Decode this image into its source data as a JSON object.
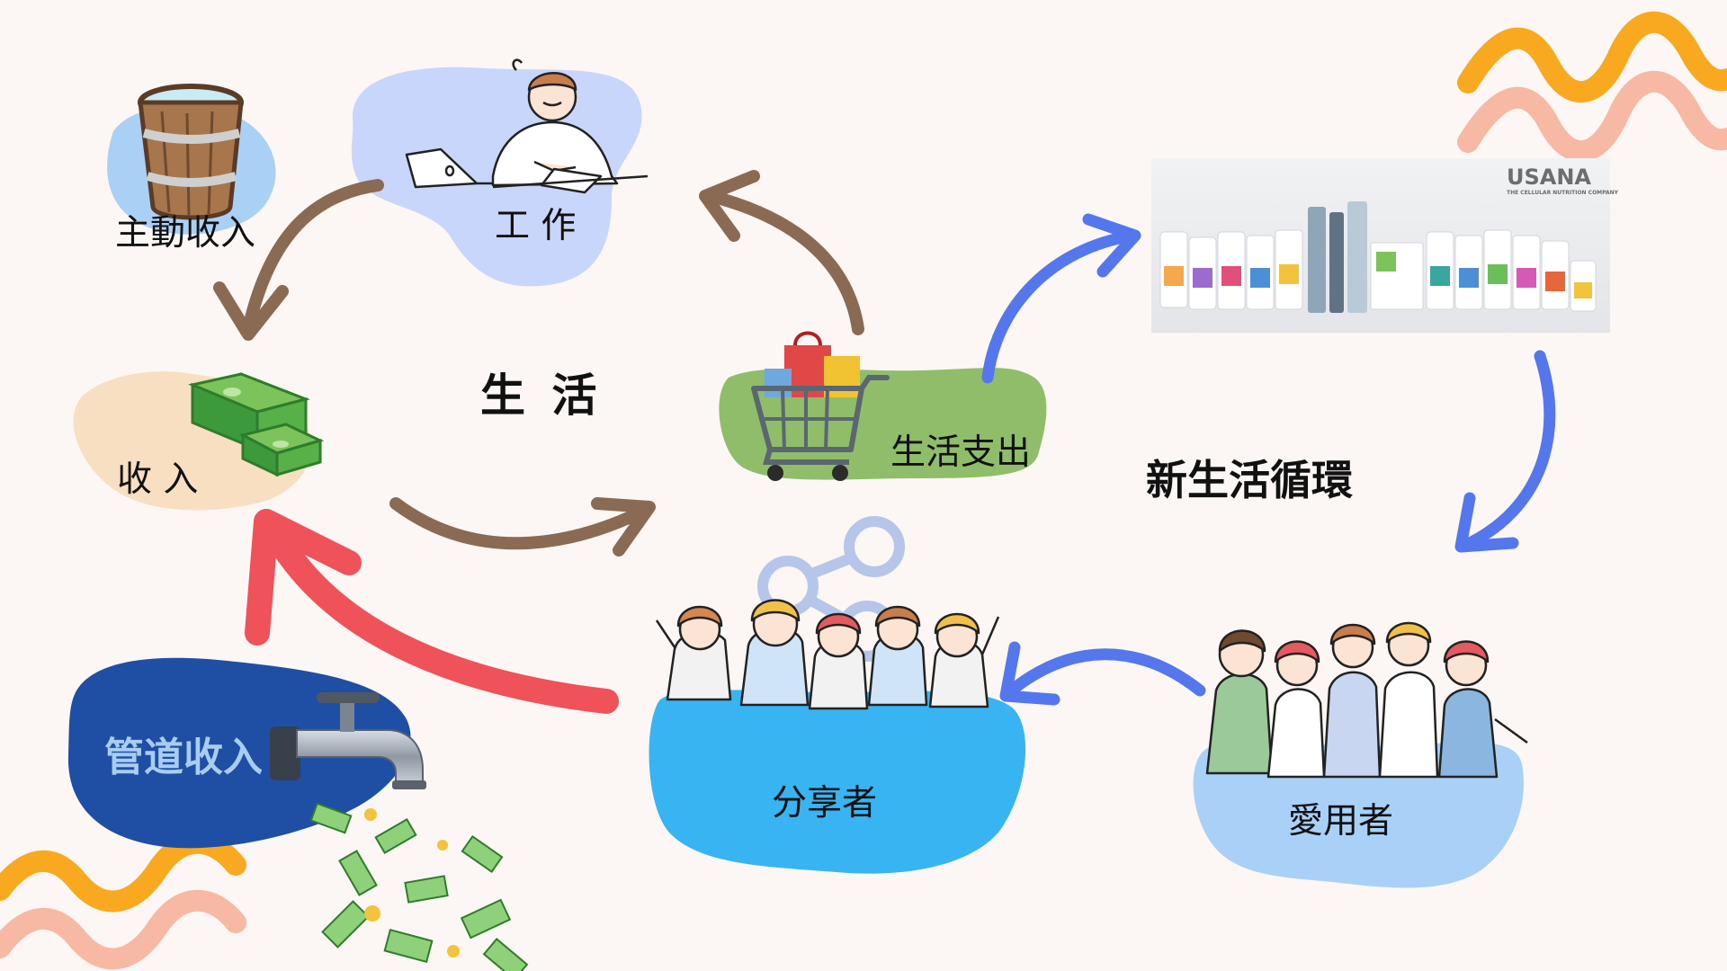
{
  "labels": {
    "active_income": "主動收入",
    "work": "工 作",
    "income": "收 入",
    "life": "生 活",
    "living_expenses": "生活支出",
    "new_life_cycle": "新生活循環",
    "pipeline_income": "管道收入",
    "sharers": "分享者",
    "users": "愛用者"
  },
  "product_box": {
    "brand": "USANA",
    "tagline": "THE CELLULAR NUTRITION COMPANY"
  },
  "colors": {
    "background": "#fcf6f5",
    "brown_arrow": "#8a6a52",
    "blue_arrow": "#5577ee",
    "red_arrow": "#f0525a",
    "work_blob": "#c9d6fb",
    "bucket_blob": "#a9d0f5",
    "income_blob": "#f8dfc2",
    "expense_blob": "#8fbd6a",
    "pipeline_blob": "#1e4fa5",
    "sharers_blob": "#38b4f2",
    "users_blob": "#a9d1f8",
    "squiggle_orange": "#f8a91f",
    "squiggle_peach": "#f7b9a4"
  },
  "icons": [
    "bucket-icon",
    "man-at-laptop-icon",
    "money-stack-icon",
    "shopping-cart-icon",
    "faucet-icon",
    "falling-money-icon",
    "share-icon",
    "cheering-team-icon",
    "hugging-friends-icon"
  ]
}
